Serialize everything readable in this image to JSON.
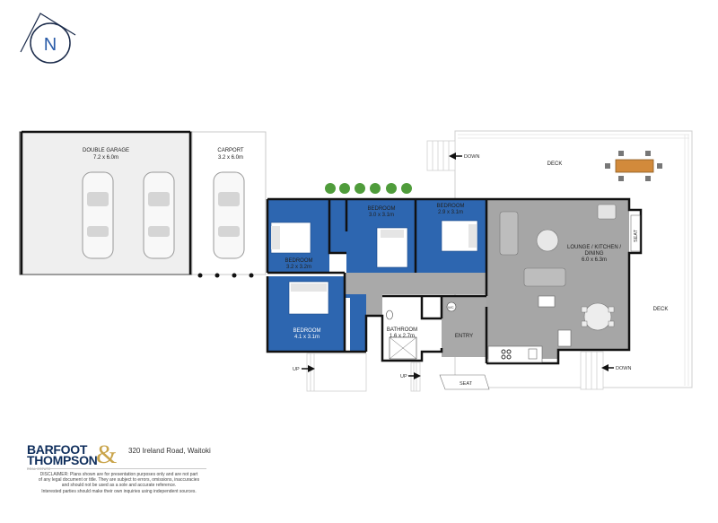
{
  "compass": {
    "letter": "N"
  },
  "rooms": {
    "garage": {
      "name": "DOUBLE GARAGE",
      "size": "7.2 x 6.0m"
    },
    "carport": {
      "name": "CARPORT",
      "size": "3.2 x 6.0m"
    },
    "bedroom_1": {
      "name": "BEDROOM",
      "size": "3.2 x 3.2m"
    },
    "bedroom_2": {
      "name": "BEDROOM",
      "size": "3.0 x 3.1m"
    },
    "bedroom_3": {
      "name": "BEDROOM",
      "size": "2.9 x 3.1m"
    },
    "bedroom_4": {
      "name": "BEDROOM",
      "size": "4.1 x 3.1m"
    },
    "bathroom": {
      "name": "BATHROOM",
      "size": "1.6 x 2.7m"
    },
    "entry": {
      "name": "ENTRY"
    },
    "lounge": {
      "line1": "LOUNGE / KITCHEN /",
      "line2": "DINING",
      "size": "6.0 x 6.3m"
    },
    "deck_top": {
      "name": "DECK"
    },
    "deck_right": {
      "name": "DECK"
    }
  },
  "annotations": {
    "down_top": "DOWN",
    "down_right": "DOWN",
    "up_left": "UP",
    "up_mid": "UP",
    "seat_right": "SEAT",
    "seat_bottom": "SEAT",
    "wc": "WC"
  },
  "footer": {
    "brand_line1": "BARFOOT",
    "brand_line2": "THOMPSON",
    "brand_amp": "&",
    "tagline": "REAL ESTATE",
    "address": "320 Ireland Road, Waitoki",
    "disclaimer": [
      "DISCLAIMER: Plans shown are for presentation purposes only and are not part",
      "of any legal document or title. They are subject to errors, omissions, inaccuracies",
      "and should not be used as a sole and accurate reference.",
      "Interested parties should make their own inquiries using independent sources."
    ]
  },
  "colors": {
    "bedroom_blue": "#2d66b0",
    "living_grey": "#a6a6a6",
    "hall_grey": "#a9a9a9",
    "wall": "#111111",
    "deck_line": "#d9d9d9",
    "shrub_green": "#4f9c3b",
    "brand_navy": "#0f2e5c",
    "brand_gold": "#c9a44a"
  }
}
